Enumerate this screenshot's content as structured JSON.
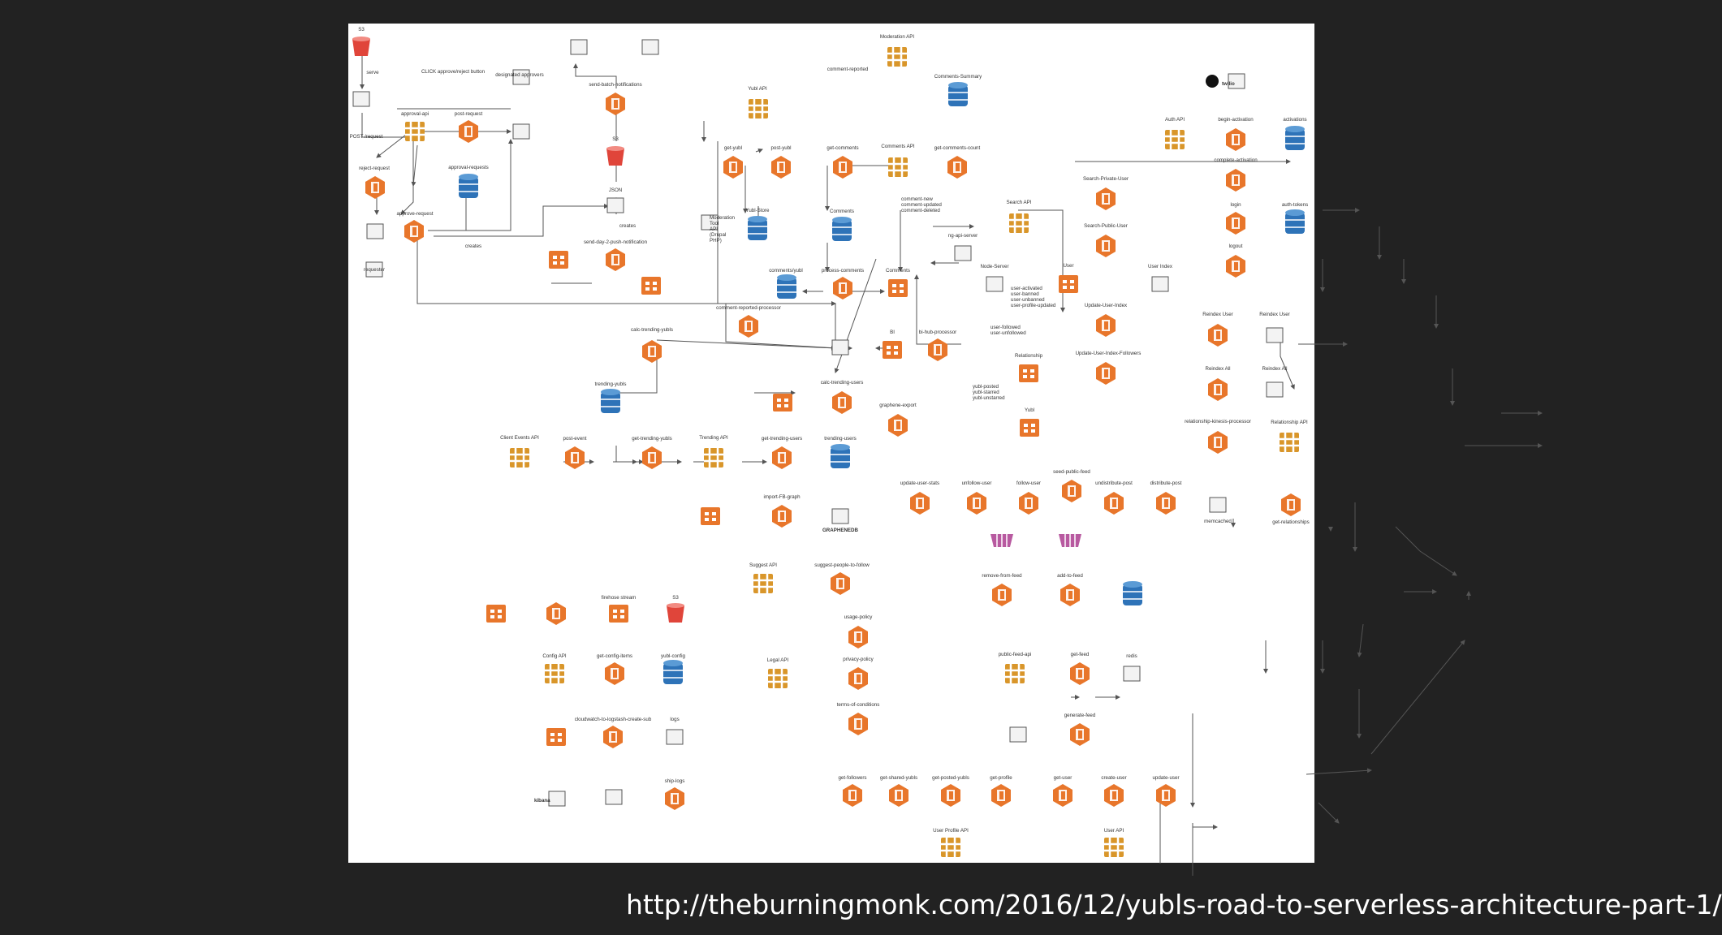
{
  "source_url": "http://theburningmonk.com/2016/12/yubls-road-to-serverless-architecture-part-1/",
  "brand": {
    "twilio": "twilio",
    "kibana": "kibana",
    "graphenedb": "GRAPHENEDB"
  },
  "colors": {
    "lambda": "#e8762b",
    "api": "#d9962a",
    "dynamo": "#2e73b8",
    "s3": "#e0453a",
    "kinesis": "#b85aa0",
    "background": "#222222"
  },
  "labels": {
    "s3_top": "S3",
    "serve": "serve",
    "click": "CLICK approve/reject button",
    "designated": "designated approvers",
    "approval_api": "approval-api",
    "post_request": "post-request",
    "post_request_http": "POST /request",
    "reject_request": "reject-request",
    "approval_requests": "approval-requests",
    "approve_request": "approve-request",
    "creates1": "creates",
    "requester": "requester",
    "send_batch": "send-batch-notifications",
    "s3_mid": "S3",
    "json": "JSON",
    "creates2": "creates",
    "send_day2": "send-day-2-push-notification",
    "moderation_api": "Moderation API",
    "comment_reported": "comment-reported",
    "comments_summary": "Comments-Summary",
    "yubl_api": "Yubl API",
    "get_yubl": "get-yubl",
    "post_yubl": "post-yubl",
    "yubl_store": "Yubl-Store",
    "moderation_tool": "Moderation Tool API (Drupal PHP)",
    "get_comments": "get-comments",
    "comments_api": "Comments API",
    "get_comments_count": "get-comments-count",
    "comment_events": "comment-new comment-updated comment-deleted",
    "comments_db": "Comments",
    "comments_yubl": "comments/yubl",
    "process_comments": "process-comments",
    "comments_stream": "Comments",
    "comment_reported_processor": "comment-reported-processor",
    "search_api": "Search API",
    "ng_api_server": "ng-api-server",
    "search_private": "Search-Private-User",
    "search_public": "Search-Public-User",
    "node_server": "Node-Server",
    "user": "User",
    "user_index": "User Index",
    "user_events": "user-activated user-banned user-unbanned user-profile-updated",
    "user_follow_events": "user-followed user-unfollowed",
    "update_user_index": "Update-User-Index",
    "update_user_index_followers": "Update-User-Index-Followers",
    "relationship": "Relationship",
    "yubl_events": "yubl-posted yubl-starred yubl-unstarred",
    "reindex_user": "Reindex User",
    "reindex_user2": "Reindex User",
    "reindex_all": "Reindex All",
    "reindex_all2": "Reindex All",
    "auth_api": "Auth API",
    "begin_activation": "begin-activation",
    "activations": "activations",
    "complete_activation": "complete-activation",
    "login": "login",
    "auth_tokens": "auth-tokens",
    "logout": "logout",
    "calc_trending_yubls": "calc-trending-yubls",
    "bi": "BI",
    "bi_hub": "bi-hub-processor",
    "trending_yubls": "trending-yubls",
    "calc_trending_users": "calc-trending-users",
    "graphene_export": "graphene-export",
    "yubl_stream": "Yubl",
    "client_events_api": "Client Events API",
    "post_event": "post-event",
    "get_trending_yubls": "get-trending-yubls",
    "trending_api": "Trending API",
    "get_trending_users": "get-trending-users",
    "trending_users": "trending-users",
    "relationship_kinesis": "relationship-kinesis-processor",
    "relationship_api": "Relationship API",
    "update_user_stats": "update-user-stats",
    "unfollow_user": "unfollow-user",
    "follow_user": "follow-user",
    "seed_public_feed": "seed-public-feed",
    "undistribute_post": "undistribute-post",
    "distribute_post": "distribute-post",
    "memcached": "memcached",
    "get_relationships": "get-relationships",
    "import_fb_graph": "import-FB-graph",
    "remove_from_feed": "remove-from-feed",
    "add_to_feed": "add-to-feed",
    "suggest_api": "Suggest API",
    "suggest_people": "suggest-people-to-follow",
    "firehose": "firehose stream",
    "s3_bottom": "S3",
    "config_api": "Config API",
    "get_config_items": "get-config-items",
    "yubl_config": "yubl-config",
    "legal_api": "Legal API",
    "usage_policy": "usage-policy",
    "privacy_policy": "privacy-policy",
    "terms": "terms-of-conditions",
    "public_feed_api": "public-feed-api",
    "get_feed": "get-feed",
    "redis": "redis",
    "generate_feed": "generate-feed",
    "cw_logstash": "cloudwatch-to-logstash-create-sub",
    "logs": "logs",
    "ship_logs": "ship-logs",
    "get_followers": "get-followers",
    "get_shared_yubls": "get-shared-yubls",
    "get_posted_yubls": "get-posted-yubls",
    "get_profile": "get-profile",
    "user_profile_api": "User Profile API",
    "get_user": "get-user",
    "create_user": "create-user",
    "update_user": "update-user",
    "user_api": "User API"
  }
}
